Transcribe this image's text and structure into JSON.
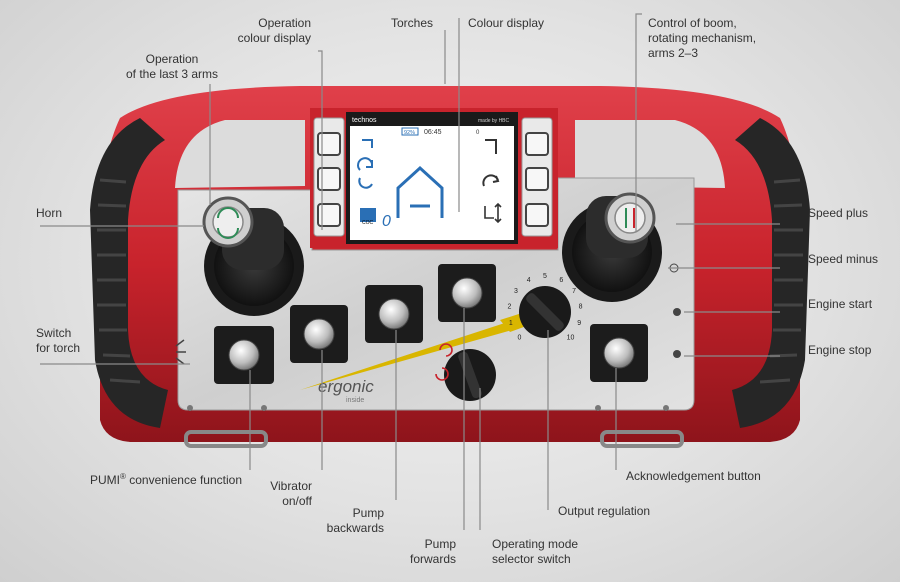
{
  "callouts": {
    "operation_colour_display": [
      "Operation",
      "colour display"
    ],
    "torches": "Torches",
    "colour_display": "Colour display",
    "control_of_boom": [
      "Control of boom,",
      "rotating mechanism,",
      "arms 2–3"
    ],
    "operation_last_3_arms": [
      "Operation",
      "of the last 3 arms"
    ],
    "horn": "Horn",
    "speed_plus": "Speed plus",
    "speed_minus": "Speed minus",
    "switch_for_torch": [
      "Switch",
      "for torch"
    ],
    "engine_start": "Engine start",
    "engine_stop": "Engine stop",
    "pumi_prefix": "PUMI",
    "pumi_reg": "®",
    "pumi_suffix": " convenience function",
    "acknowledgement_button": "Acknowledgement button",
    "vibrator": [
      "Vibrator",
      "on/off"
    ],
    "output_regulation": "Output regulation",
    "pump_backwards": [
      "Pump",
      "backwards"
    ],
    "pump_forwards": [
      "Pump",
      "forwards"
    ],
    "operating_mode": [
      "Operating mode",
      "selector switch"
    ]
  },
  "device": {
    "brand": "technos",
    "made_by": "made by HBC",
    "battery": "92%",
    "clock": "06:45",
    "screen_digit": "0",
    "screen_small": "COC",
    "screen_top_right": "0",
    "panel_logo": "ergonic",
    "panel_logo_sub": "inside",
    "dial_numbers": [
      "0",
      "1",
      "2",
      "3",
      "4",
      "5",
      "6",
      "7",
      "8",
      "9",
      "10"
    ]
  },
  "colors": {
    "housing_red": "#c8232c",
    "grip_black": "#262626",
    "panel_silver": "#d6d6d6",
    "accent_yellow": "#d9b600",
    "screen_bg": "#ffffff",
    "leader_line": "#8a8a8a"
  }
}
